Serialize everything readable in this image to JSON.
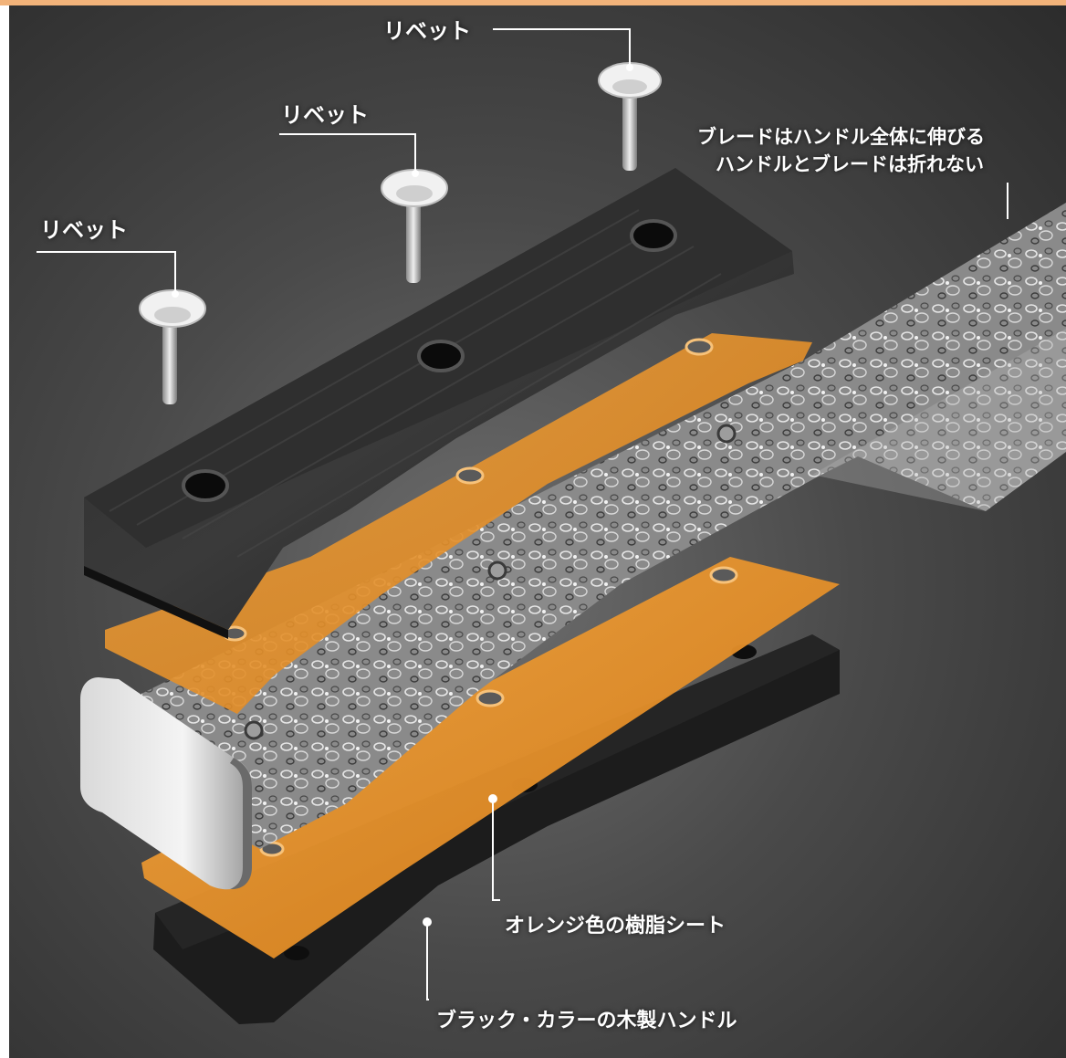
{
  "labels": {
    "rivet_1": "リベット",
    "rivet_2": "リベット",
    "rivet_3": "リベット",
    "full_tang_line1": "ブレードはハンドル全体に伸びる",
    "full_tang_line2": "ハンドルとブレードは折れない",
    "resin_sheet": "オレンジ色の樹脂シート",
    "wood_handle": "ブラック・カラーの木製ハンドル"
  },
  "colors": {
    "accent_bar": "#f2b37a",
    "background": "#4a4a4a",
    "wood": "#1c1c1c",
    "resin": "#e8912a",
    "steel": "#9a9a9a",
    "leader_line": "#ffffff"
  }
}
